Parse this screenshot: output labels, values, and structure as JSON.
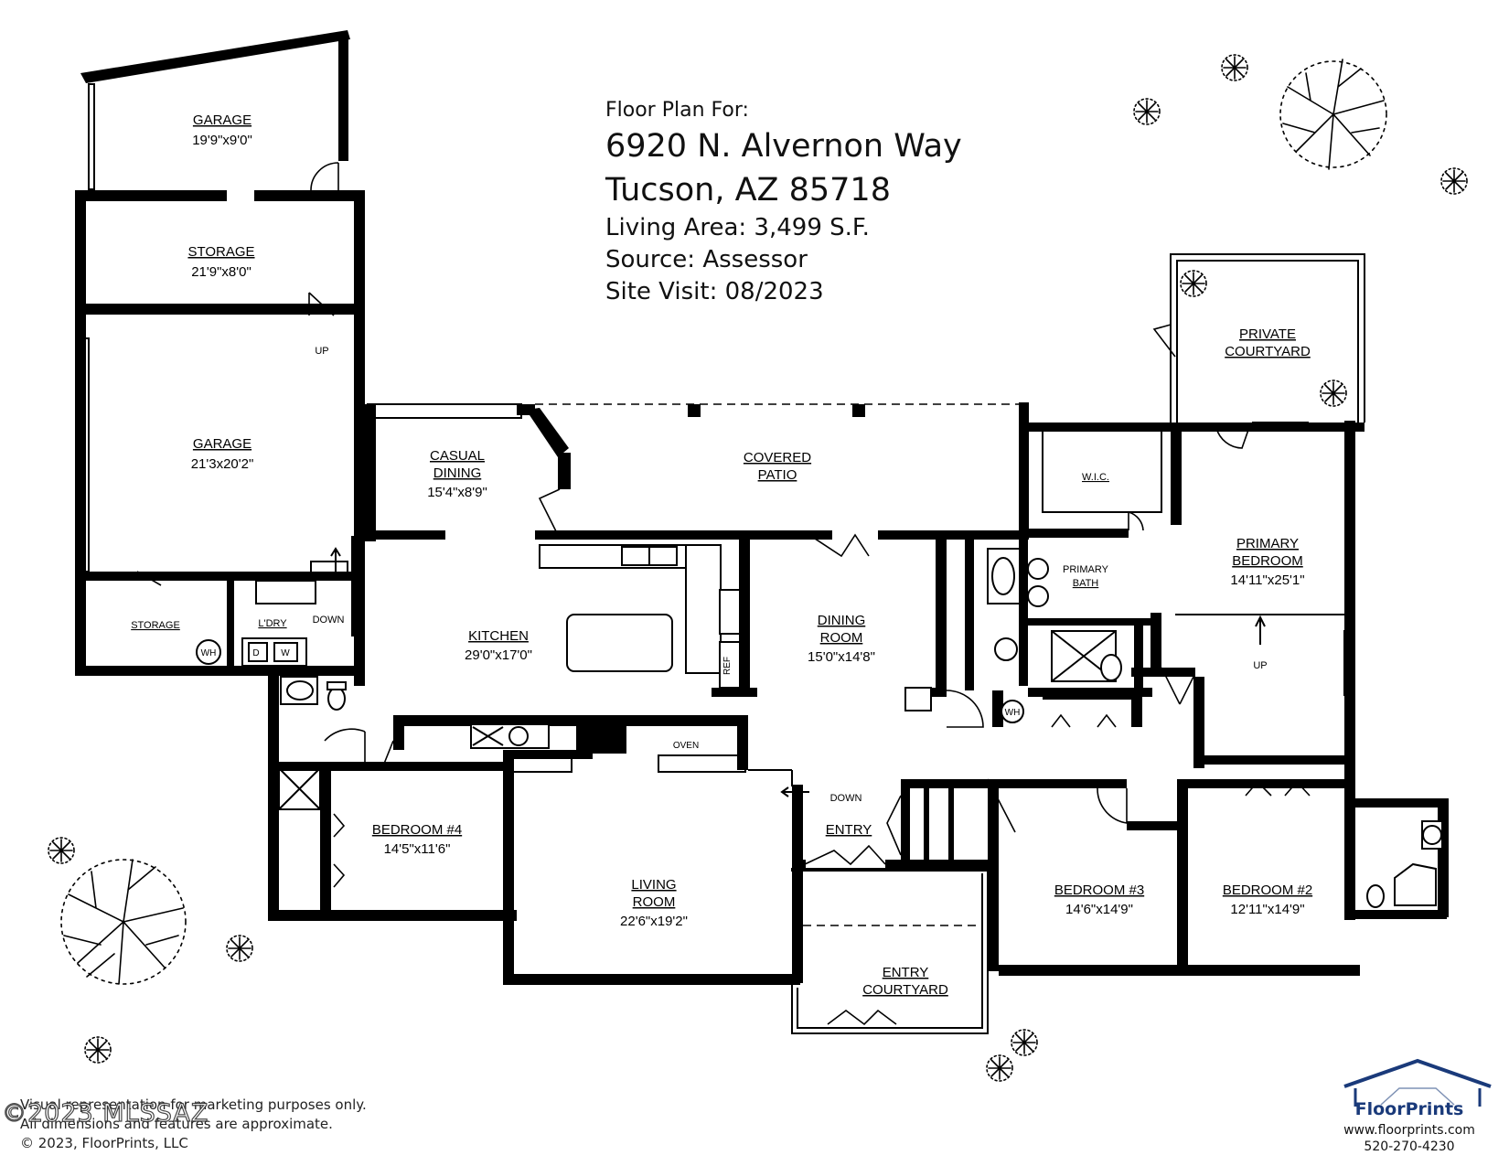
{
  "header": {
    "label": "Floor Plan For:",
    "address_line1": "6920 N. Alvernon Way",
    "address_line2": "Tucson, AZ  85718",
    "living_area": "Living Area:  3,499 S.F.",
    "source": "Source:  Assessor",
    "site_visit": "Site Visit:  08/2023"
  },
  "rooms": {
    "garage_top": {
      "name": "GARAGE",
      "dim": "19'9\"x9'0\""
    },
    "storage_top": {
      "name": "STORAGE",
      "dim": "21'9\"x8'0\""
    },
    "garage_main": {
      "name": "GARAGE",
      "dim": "21'3x20'2\""
    },
    "storage_small": {
      "name": "STORAGE"
    },
    "laundry": {
      "name": "L'DRY"
    },
    "casual_dining": {
      "name1": "CASUAL",
      "name2": "DINING",
      "dim": "15'4\"x8'9\""
    },
    "covered_patio": {
      "name1": "COVERED",
      "name2": "PATIO"
    },
    "kitchen": {
      "name": "KITCHEN",
      "dim": "29'0\"x17'0\""
    },
    "dining_room": {
      "name1": "DINING",
      "name2": "ROOM",
      "dim": "15'0\"x14'8\""
    },
    "wic": {
      "name": "W.I.C."
    },
    "primary_bath": {
      "name1": "PRIMARY",
      "name2": "BATH"
    },
    "primary_bedroom": {
      "name1": "PRIMARY",
      "name2": "BEDROOM",
      "dim": "14'11\"x25'1\""
    },
    "private_courtyard": {
      "name1": "PRIVATE",
      "name2": "COURTYARD"
    },
    "bedroom4": {
      "name": "BEDROOM #4",
      "dim": "14'5\"x11'6\""
    },
    "living_room": {
      "name1": "LIVING",
      "name2": "ROOM",
      "dim": "22'6\"x19'2\""
    },
    "entry": {
      "name": "ENTRY"
    },
    "entry_courtyard": {
      "name1": "ENTRY",
      "name2": "COURTYARD"
    },
    "bedroom3": {
      "name": "BEDROOM #3",
      "dim": "14'6\"x14'9\""
    },
    "bedroom2": {
      "name": "BEDROOM #2",
      "dim": "12'11\"x14'9\""
    }
  },
  "labels": {
    "up": "UP",
    "down": "DOWN",
    "wh": "WH",
    "d": "D",
    "w": "W",
    "ref": "REF",
    "oven": "OVEN"
  },
  "footer": {
    "line1": "Visual representation for marketing purposes only.",
    "line2": "All dimensions and features are approximate.",
    "line3": "© 2023, FloorPrints, LLC"
  },
  "watermark": "©2023 MLSSAZ",
  "brand": {
    "name": "FloorPrints",
    "url": "www.floorprints.com",
    "phone": "520-270-4230",
    "color": "#1a3a7a"
  }
}
